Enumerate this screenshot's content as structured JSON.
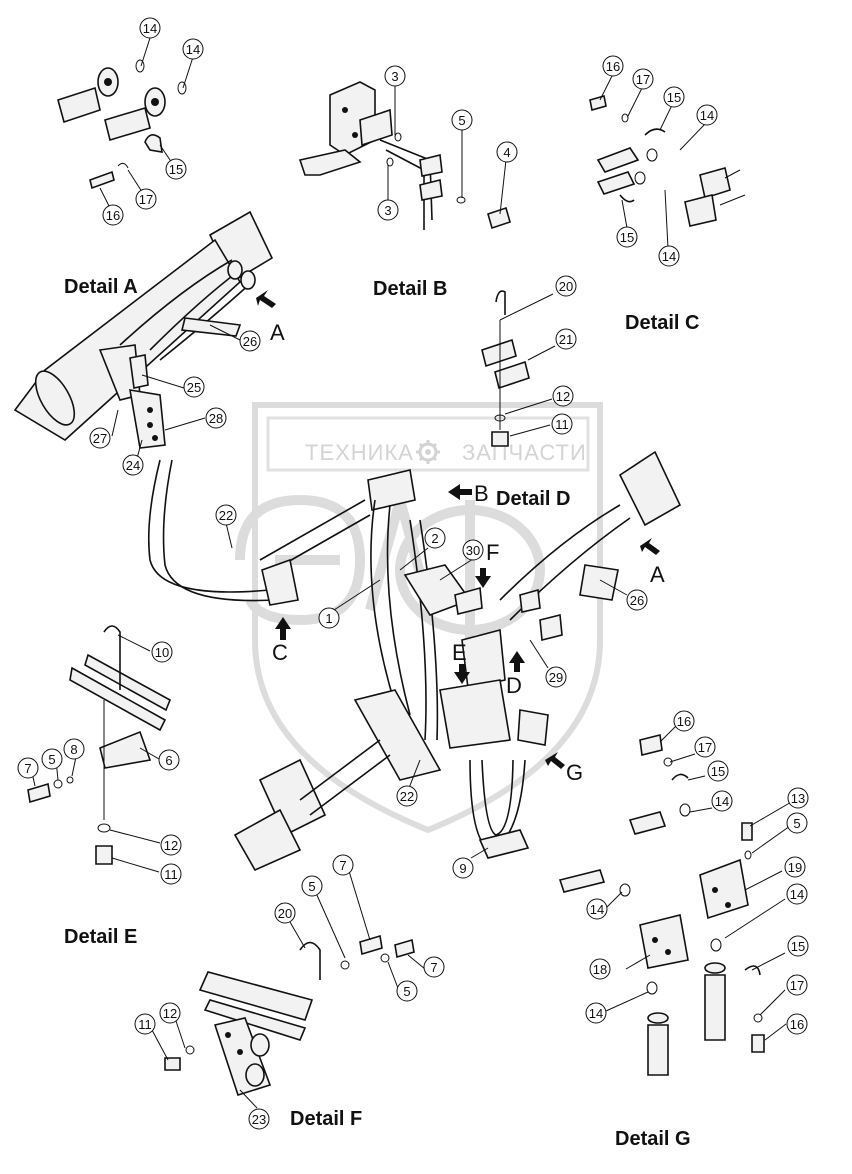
{
  "watermark": {
    "word_left": "ТЕХНИКА",
    "word_right": "ЗАПЧАСТИ",
    "gear_icon": "gear-icon",
    "logo_letters": "ЭЛФ"
  },
  "detail_titles": {
    "a": "Detail A",
    "b": "Detail B",
    "c": "Detail C",
    "d": "Detail D",
    "e": "Detail E",
    "f": "Detail F",
    "g": "Detail G"
  },
  "view_arrows": {
    "a1": "A",
    "a2": "A",
    "b": "B",
    "c": "C",
    "d": "D",
    "e": "E",
    "f": "F",
    "g": "G"
  },
  "callouts": {
    "a_14a": "14",
    "a_14b": "14",
    "a_15": "15",
    "a_17": "17",
    "a_16": "16",
    "b_3a": "3",
    "b_3b": "3",
    "b_5": "5",
    "b_4": "4",
    "c_16": "16",
    "c_17": "17",
    "c_15a": "15",
    "c_14a": "14",
    "c_15b": "15",
    "c_14b": "14",
    "d_20": "20",
    "d_21": "21",
    "d_12": "12",
    "d_11": "11",
    "m_26a": "26",
    "m_25": "25",
    "m_28": "28",
    "m_27": "27",
    "m_24": "24",
    "m_22a": "22",
    "m_2": "2",
    "m_1": "1",
    "m_30": "30",
    "m_26b": "26",
    "m_29": "29",
    "m_22b": "22",
    "m_9": "9",
    "e_10": "10",
    "e_7": "7",
    "e_5": "5",
    "e_8": "8",
    "e_6": "6",
    "e_12": "12",
    "e_11": "11",
    "f_7a": "7",
    "f_5a": "5",
    "f_20": "20",
    "f_7b": "7",
    "f_5b": "5",
    "f_11": "11",
    "f_12": "12",
    "f_23": "23",
    "g_16a": "16",
    "g_17a": "17",
    "g_15a": "15",
    "g_14a": "14",
    "g_13": "13",
    "g_5": "5",
    "g_19": "19",
    "g_14b": "14",
    "g_14c": "14",
    "g_18": "18",
    "g_15b": "15",
    "g_17b": "17",
    "g_14d": "14",
    "g_16b": "16"
  }
}
